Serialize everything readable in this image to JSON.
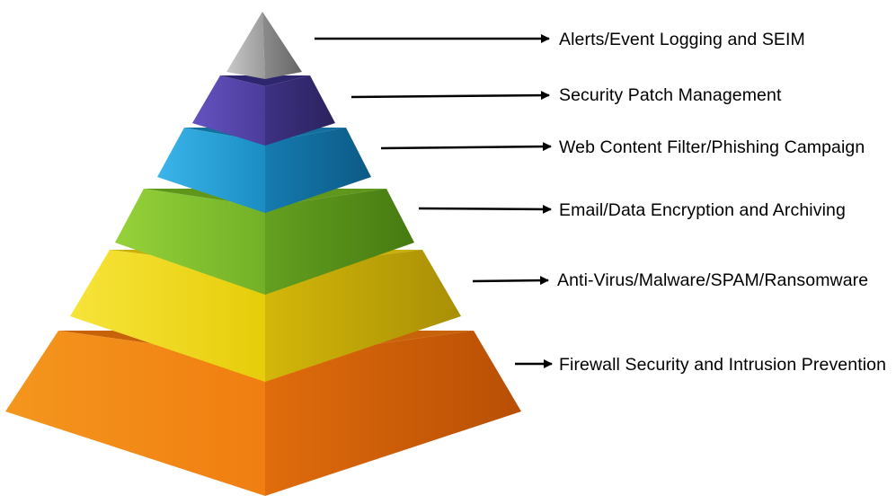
{
  "layers": [
    {
      "label": "Alerts/Event Logging and SEIM",
      "color": "#a9a9a9"
    },
    {
      "label": "Security Patch Management",
      "color": "#4a3c9a"
    },
    {
      "label": "Web Content Filter/Phishing Campaign",
      "color": "#1f98cf"
    },
    {
      "label": "Email/Data Encryption and Archiving",
      "color": "#7cba2a"
    },
    {
      "label": "Anti-Virus/Malware/SPAM/Ransomware",
      "color": "#e8d20a"
    },
    {
      "label": "Firewall Security and Intrusion Prevention",
      "color": "#f08212"
    }
  ],
  "colors": {
    "arrow": "#000000",
    "text": "#000000",
    "background": "#ffffff"
  }
}
